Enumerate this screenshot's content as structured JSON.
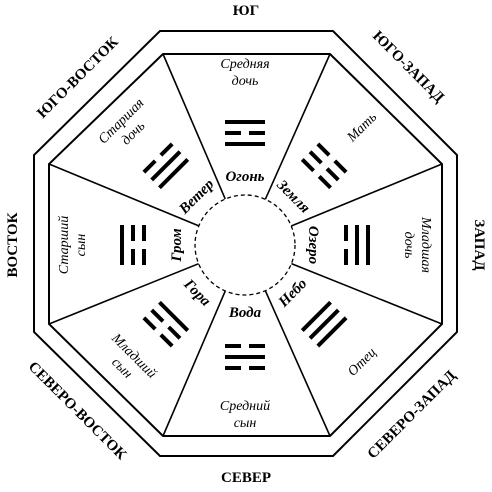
{
  "directions": {
    "south": "ЮГ",
    "southwest": "ЮГО-ЗАПАД",
    "west": "ЗАПАД",
    "northwest": "СЕВЕРО-ЗАПАД",
    "north": "СЕВЕР",
    "northeast": "СЕВЕРО-ВОСТОК",
    "east": "ВОСТОК",
    "southeast": "ЮГО-ВОСТОК"
  },
  "sectors": [
    {
      "key": "south",
      "trigram": "Огонь",
      "family": [
        "Средняя",
        "дочь"
      ],
      "lines": [
        1,
        0,
        1
      ]
    },
    {
      "key": "southwest",
      "trigram": "Земля",
      "family": [
        "Мать"
      ],
      "lines": [
        0,
        0,
        0
      ]
    },
    {
      "key": "west",
      "trigram": "Озеро",
      "family": [
        "Младшая",
        "дочь"
      ],
      "lines": [
        0,
        1,
        1
      ]
    },
    {
      "key": "northwest",
      "trigram": "Небо",
      "family": [
        "Отец"
      ],
      "lines": [
        1,
        1,
        1
      ]
    },
    {
      "key": "north",
      "trigram": "Вода",
      "family": [
        "Средний",
        "сын"
      ],
      "lines": [
        0,
        1,
        0
      ]
    },
    {
      "key": "northeast",
      "trigram": "Гора",
      "family": [
        "Младший",
        "сын"
      ],
      "lines": [
        1,
        0,
        0
      ]
    },
    {
      "key": "east",
      "trigram": "Гром",
      "family": [
        "Старший",
        "сын"
      ],
      "lines": [
        0,
        0,
        1
      ]
    },
    {
      "key": "southeast",
      "trigram": "Ветер",
      "family": [
        "Старшая",
        "дочь"
      ],
      "lines": [
        1,
        1,
        0
      ]
    }
  ]
}
